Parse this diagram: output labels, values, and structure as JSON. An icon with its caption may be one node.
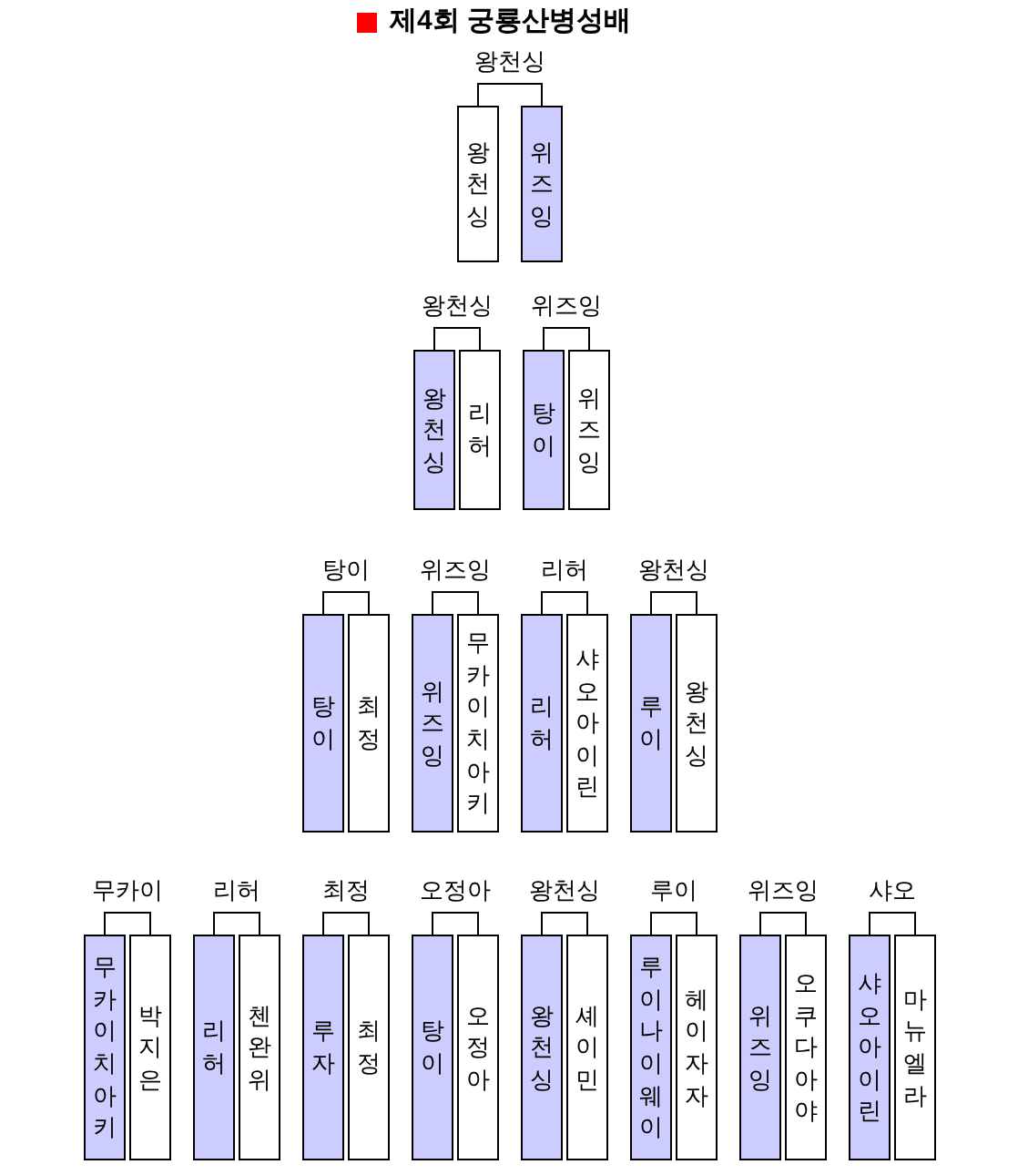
{
  "diagram": {
    "title": "제4회 궁룡산병성배",
    "nodes": [
      {
        "text": [
          "왕천싱"
        ]
      },
      {
        "text": [
          "위즈잉"
        ]
      },
      {
        "text": [
          "왕천싱"
        ]
      },
      {
        "text": [
          "리허"
        ]
      },
      {
        "text": [
          "탕이"
        ]
      },
      {
        "text": [
          "위즈잉"
        ]
      },
      {
        "text": [
          "탕이"
        ]
      },
      {
        "text": [
          "최정"
        ]
      },
      {
        "text": [
          "위즈잉"
        ]
      },
      {
        "text": [
          "무카이치아키"
        ]
      },
      {
        "text": [
          "리허"
        ]
      },
      {
        "text": [
          "샤오아이린"
        ]
      },
      {
        "text": [
          "루이"
        ]
      },
      {
        "text": [
          "왕천싱"
        ]
      },
      {
        "text": [
          "무카이치아키"
        ]
      },
      {
        "text": [
          "박지은"
        ]
      },
      {
        "text": [
          "리허"
        ]
      },
      {
        "text": [
          "첸완위"
        ]
      },
      {
        "text": [
          "루자"
        ]
      },
      {
        "text": [
          "최정"
        ]
      },
      {
        "text": [
          "탕이"
        ]
      },
      {
        "text": [
          "오정아"
        ]
      },
      {
        "text": [
          "왕천싱"
        ]
      },
      {
        "text": [
          "셰이민"
        ]
      },
      {
        "text": [
          "루이나이웨이"
        ]
      },
      {
        "text": [
          "헤이자자"
        ]
      },
      {
        "text": [
          "위즈잉"
        ]
      },
      {
        "text": [
          "오쿠다아야"
        ]
      },
      {
        "text": [
          "샤오아이린"
        ]
      },
      {
        "text": [
          "마뉴엘라"
        ]
      }
    ],
    "edges": [
      {
        "from": 0,
        "to": 1,
        "arrow": "none",
        "label": "왕천싱"
      },
      {
        "from": 2,
        "to": 3,
        "arrow": "none",
        "label": "왕천싱"
      },
      {
        "from": 4,
        "to": 5,
        "arrow": "none",
        "label": "위즈잉"
      },
      {
        "from": 6,
        "to": 7,
        "arrow": "none",
        "label": "탕이"
      },
      {
        "from": 8,
        "to": 9,
        "arrow": "none",
        "label": "위즈잉"
      },
      {
        "from": 10,
        "to": 11,
        "arrow": "none",
        "label": "리허"
      },
      {
        "from": 12,
        "to": 13,
        "arrow": "none",
        "label": "왕천싱"
      },
      {
        "from": 14,
        "to": 15,
        "arrow": "none",
        "label": "무카이"
      },
      {
        "from": 16,
        "to": 17,
        "arrow": "none",
        "label": "리허"
      },
      {
        "from": 18,
        "to": 19,
        "arrow": "none",
        "label": "최정"
      },
      {
        "from": 20,
        "to": 21,
        "arrow": "none",
        "label": "오정아"
      },
      {
        "from": 22,
        "to": 23,
        "arrow": "none",
        "label": "왕천싱"
      },
      {
        "from": 24,
        "to": 25,
        "arrow": "none",
        "label": "루이"
      },
      {
        "from": 26,
        "to": 27,
        "arrow": "none",
        "label": "위즈잉"
      },
      {
        "from": 28,
        "to": 29,
        "arrow": "none",
        "label": "샤오"
      }
    ]
  }
}
